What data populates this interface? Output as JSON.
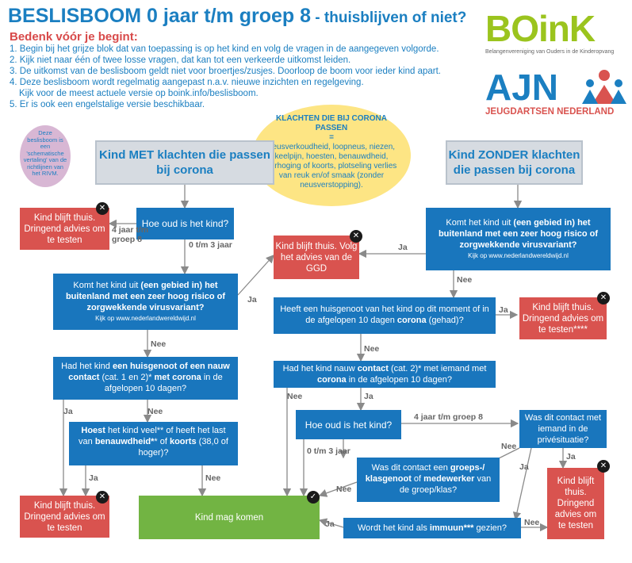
{
  "title": "BESLISBOOM 0 jaar t/m groep 8",
  "subtitle": " - thuisblijven of niet?",
  "intro": {
    "heading": "Bedenk vóór je begint:",
    "lines": [
      "1. Begin bij het grijze blok dat van toepassing is op het kind en volg de vragen in de aangegeven volgorde.",
      "2. Kijk niet naar één of twee losse vragen, dat kan tot een verkeerde uitkomst leiden.",
      "3. De uitkomst van de beslisboom geldt niet voor broertjes/zusjes. Doorloop de boom voor ieder kind apart.",
      "4. Deze beslisboom wordt regelmatig aangepast n.a.v. nieuwe inzichten en regelgeving.",
      "   Kijk voor de meest actuele versie op boink.info/beslisboom.",
      "5. Er is ook een engelstalige versie beschikbaar."
    ]
  },
  "logos": {
    "boink_text": "BOinK",
    "boink_tagline": "Belangenvereniging van Ouders in de Kinderopvang",
    "ajn_text": "AJN",
    "ajn_tagline": "JEUGDARTSEN NEDERLAND"
  },
  "note_circle": "Deze beslisboom is een 'schematische vertaling' van de richtlijnen van het RIVM.",
  "symptoms": {
    "title": "KLACHTEN DIE BIJ CORONA PASSEN",
    "eq": "=",
    "body": "neusverkoudheid, loopneus, niezen, keelpijn, hoesten, benauwdheid, verhoging of koorts, plotseling verlies van reuk en/of smaak (zonder neusverstopping)."
  },
  "left": {
    "start": "Kind MET klachten die passen bij corona",
    "age_q": "Hoe oud is het kind?",
    "stay_home_test_1": "Kind blijft thuis. Dringend advies om te testen",
    "high_risk_q_a": "Komt het kind uit ",
    "high_risk_q_b": "(een gebied in) het buitenland met een zeer hoog risico of zorgwekkende virusvariant?",
    "high_risk_note": "Kijk op www.nederlandwereldwijd.nl",
    "contact_q_a": "Had het kind ",
    "contact_q_b": "een huisgenoot of een nauw contact",
    "contact_q_c": " (cat. 1 en 2)* ",
    "contact_q_d": "met corona",
    "contact_q_e": " in de afgelopen 10 dagen?",
    "cough_q_a": "Hoest",
    "cough_q_b": " het kind veel** of heeft het last van ",
    "cough_q_c": "benauwdheid*",
    "cough_q_d": "* of ",
    "cough_q_e": "koorts",
    "cough_q_f": " (38,0 of hoger)?",
    "stay_home_test_2": "Kind blijft thuis. Dringend advies om te testen"
  },
  "right": {
    "start": "Kind ZONDER klachten die passen bij corona",
    "high_risk_q_a": "Komt het kind uit ",
    "high_risk_q_b": "(een gebied in) het buitenland met een zeer hoog risico of zorgwekkende virusvariant?",
    "high_risk_note": "Kijk op www.nederlandwereldwijd.nl",
    "ggd": "Kind blijft thuis. Volg het advies van de GGD",
    "housemate_q_a": "Heeft een huisgenoot van het kind op dit moment of in de afgelopen 10 dagen ",
    "housemate_q_b": "corona",
    "housemate_q_c": " (gehad)?",
    "stay_home_test_3": "Kind blijft thuis. Dringend advies om te testen****",
    "contact_q_a": "Had het kind nauw ",
    "contact_q_b": "contact",
    "contact_q_c": " (cat. 2)* met iemand met ",
    "contact_q_d": "corona",
    "contact_q_e": " in de afgelopen 10 dagen?",
    "age_q": "Hoe oud is het kind?",
    "private_q": "Was dit contact met iemand in de privésituatie?",
    "group_q_a": "Was dit contact een ",
    "group_q_b": "groeps-/ klasgenoot",
    "group_q_c": " of ",
    "group_q_d": "medewerker",
    "group_q_e": " van de groep/klas?",
    "immune_q_a": "Wordt het kind als ",
    "immune_q_b": "immuun***",
    "immune_q_c": " gezien?",
    "stay_home_test_4": "Kind blijft thuis. Dringend advies om te testen"
  },
  "outcome_ok": "Kind mag komen",
  "labels": {
    "age_4": "4 jaar t/m groep 8",
    "age_0": "0 t/m 3 jaar",
    "ja": "Ja",
    "nee": "Nee"
  },
  "icons": {
    "stay_home": "close-icon",
    "ok": "check-icon"
  },
  "colors": {
    "blue": "#1976bd",
    "red": "#d9534f",
    "green": "#72b443",
    "gray": "#d6dbe1",
    "yellow": "#fde584",
    "lilac": "#d8b7d4"
  }
}
